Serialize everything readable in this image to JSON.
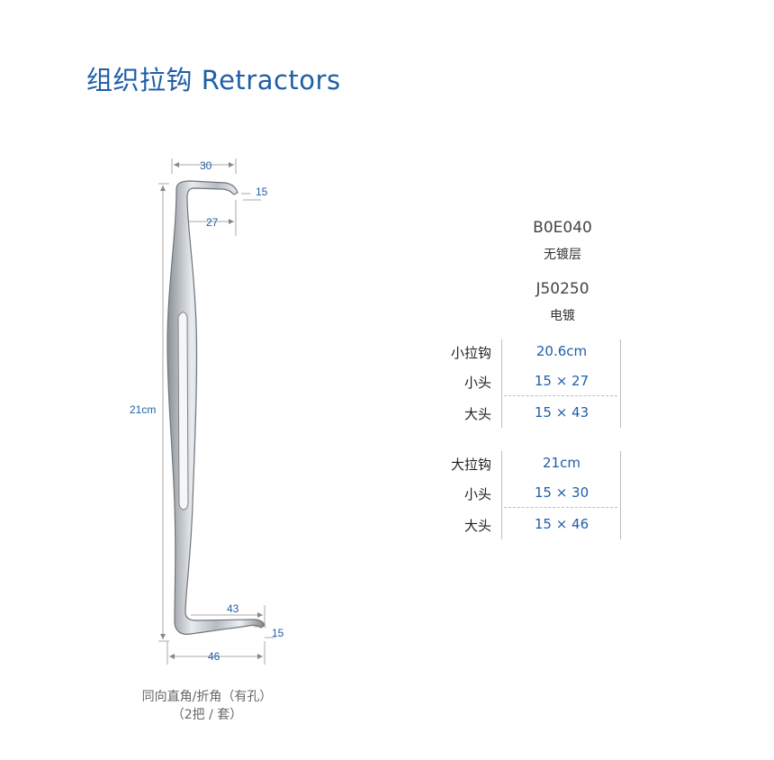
{
  "header": {
    "title": "组织拉钩 Retractors"
  },
  "drawing": {
    "dims": {
      "top_width": "30",
      "top_inner": "27",
      "top_depth": "15",
      "length": "21cm",
      "bottom_inner": "43",
      "bottom_depth": "15",
      "bottom_width": "46"
    },
    "caption_line1": "同向直角/折角（有孔）",
    "caption_line2": "（2把 / 套）"
  },
  "products": [
    {
      "code": "B0E040",
      "finish": "无镀层"
    },
    {
      "code": "J50250",
      "finish": "电镀"
    }
  ],
  "specs": [
    {
      "name": "小拉钩",
      "length": "20.6cm",
      "rows": [
        {
          "label": "小头",
          "value": "15 × 27"
        },
        {
          "label": "大头",
          "value": "15 × 43"
        }
      ]
    },
    {
      "name": "大拉钩",
      "length": "21cm",
      "rows": [
        {
          "label": "小头",
          "value": "15 × 30"
        },
        {
          "label": "大头",
          "value": "15 × 46"
        }
      ]
    }
  ],
  "colors": {
    "accent": "#1f5fa8",
    "text": "#333333",
    "lines": "#bbbbbb"
  }
}
